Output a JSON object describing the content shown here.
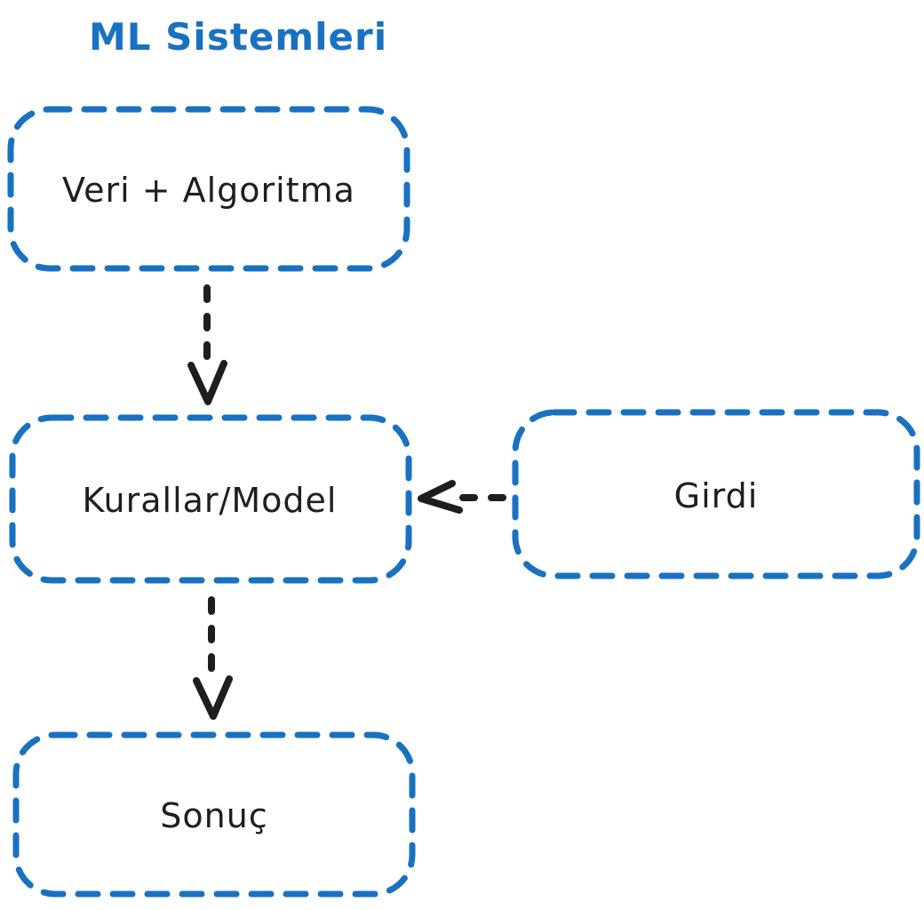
{
  "title": "ML Sistemleri",
  "colors": {
    "accent": "#1971c2",
    "ink": "#1e1e1e",
    "background": "#ffffff"
  },
  "nodes": {
    "veri_algoritma": {
      "label": "Veri + Algoritma"
    },
    "kurallar_model": {
      "label": "Kurallar/Model"
    },
    "girdi": {
      "label": "Girdi"
    },
    "sonuc": {
      "label": "Sonuç"
    }
  },
  "edges": [
    {
      "from": "veri_algoritma",
      "to": "kurallar_model",
      "style": "dashed-arrow",
      "direction": "down"
    },
    {
      "from": "girdi",
      "to": "kurallar_model",
      "style": "dashed-arrow",
      "direction": "left"
    },
    {
      "from": "kurallar_model",
      "to": "sonuc",
      "style": "dashed-arrow",
      "direction": "down"
    }
  ]
}
